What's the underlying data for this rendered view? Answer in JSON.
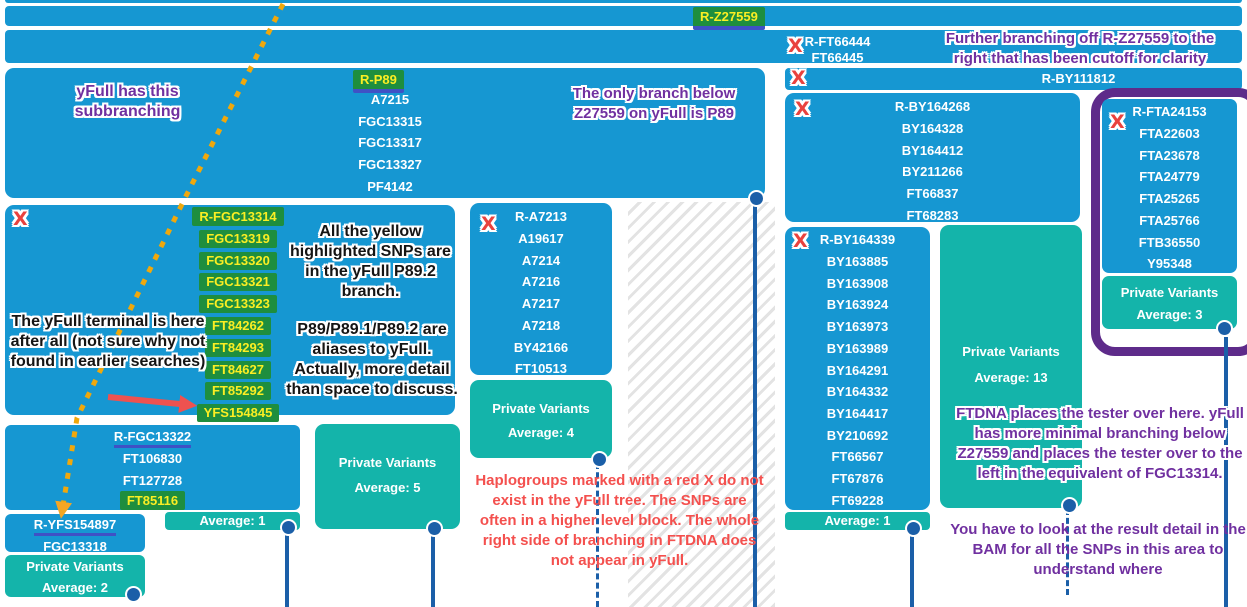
{
  "colors": {
    "block_blue": "#1697d2",
    "teal": "#14b4aa",
    "connector_blue": "#1b5fa8",
    "highlight_green": "#1e8e3e",
    "highlight_yellow_text": "#fbee23",
    "underline_indigo": "#3f51c5",
    "annotation_purple": "#7030a0",
    "annotation_red": "#f4504e",
    "red_x": "#e9423e",
    "purple_border": "#5e2b8a",
    "dotted_arrow_amber": "#f0a80c"
  },
  "icons": {
    "red_x": "X"
  },
  "tree": {
    "z27559": {
      "label": "R-Z27559"
    },
    "ft66444": {
      "title": "R-FT66444",
      "snp": "FT66445"
    },
    "p89": {
      "title": "R-P89",
      "snps": [
        "A7215",
        "FGC13315",
        "FGC13317",
        "FGC13327",
        "PF4142"
      ]
    },
    "by111812": {
      "title": "R-BY111812"
    },
    "by164268": {
      "title": "R-BY164268",
      "snps": [
        "BY164328",
        "BY164412",
        "BY211266",
        "FT66837",
        "FT68283"
      ]
    },
    "fta24153": {
      "title": "R-FTA24153",
      "snps": [
        "FTA22603",
        "FTA23678",
        "FTA24779",
        "FTA25265",
        "FTA25766",
        "FTB36550",
        "Y95348"
      ],
      "private_variants": "Private Variants",
      "average": "Average: 3"
    },
    "a7213": {
      "title": "R-A7213",
      "snps": [
        "A19617",
        "A7214",
        "A7216",
        "A7217",
        "A7218",
        "BY42166",
        "FT10513"
      ],
      "private_variants": "Private Variants",
      "average": "Average: 4"
    },
    "fgc13314": {
      "title": "R-FGC13314",
      "snps": [
        "FGC13319",
        "FGC13320",
        "FGC13321",
        "FGC13323",
        "FT84262",
        "FT84293",
        "FT84627",
        "FT85292",
        "YFS154845"
      ]
    },
    "fgc13322": {
      "title": "R-FGC13322",
      "snps": [
        "FT106830",
        "FT127728"
      ],
      "green_snp": "FT85116",
      "average": "Average: 1"
    },
    "yfs154897": {
      "title": "R-YFS154897",
      "snp": "FGC13318",
      "private_variants": "Private Variants",
      "average": "Average: 2"
    },
    "pv5": {
      "private_variants": "Private Variants",
      "average": "Average: 5"
    },
    "by164339": {
      "title": "R-BY164339",
      "snps": [
        "BY163885",
        "BY163908",
        "BY163924",
        "BY163973",
        "BY163989",
        "BY164291",
        "BY164332",
        "BY164417",
        "BY210692",
        "FT66567",
        "FT67876",
        "FT69228"
      ],
      "average": "Average: 1"
    },
    "pv13": {
      "private_variants": "Private Variants",
      "average": "Average: 13"
    }
  },
  "annotations": {
    "further_branching": "Further branching off R-Z27559 to the right that has been cutoff for clarity",
    "subbranching": "yFull has this subbranching",
    "only_branch": "The only branch below Z27559 on yFull is P89",
    "yellow_snps": "All the yellow highlighted SNPs are in the yFull P89.2 branch.",
    "aliases": "P89/P89.1/P89.2 are aliases to yFull. Actually, more detail than space to discuss.",
    "terminal": "The yFull terminal is here after all (not sure why not found in earlier searches)",
    "red_x_note": "Haplogroups marked with a red X do not exist in the yFull tree.  The SNPs are often in a higher level block. The whole right side of branching in FTDNA does not appear in yFull.",
    "ftdna_places": "FTDNA places the tester over here. yFull has more minimal branching below Z27559 and places the tester over to the left in the equivalent of FGC13314.",
    "bam_note": "You have to look at the result detail in the BAM for all the SNPs in this area to understand where"
  }
}
